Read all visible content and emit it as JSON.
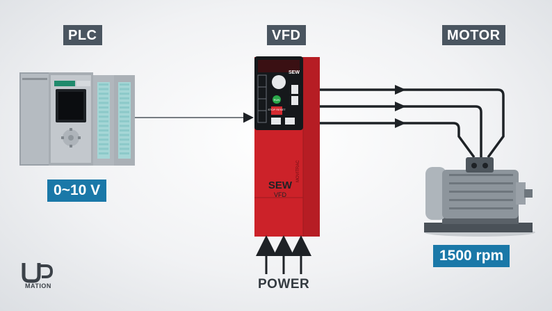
{
  "labels": {
    "plc": "PLC",
    "vfd": "VFD",
    "motor": "MOTOR",
    "power": "POWER"
  },
  "values": {
    "plc_signal": "0~10 V",
    "motor_speed": "1500 rpm"
  },
  "vfd_device": {
    "brand": "SEW",
    "brand_big": "SEW",
    "model": "VFD",
    "side_label": "MOVITRAC",
    "run_label": "RUN",
    "stop_label": "STOP\nRESET"
  },
  "logo": {
    "mark": "U",
    "text": "MATION"
  },
  "colors": {
    "label_bg": "#4a5560",
    "value_bg": "#1a78a8",
    "vfd_red": "#cc2229",
    "wire": "#1e2226"
  }
}
